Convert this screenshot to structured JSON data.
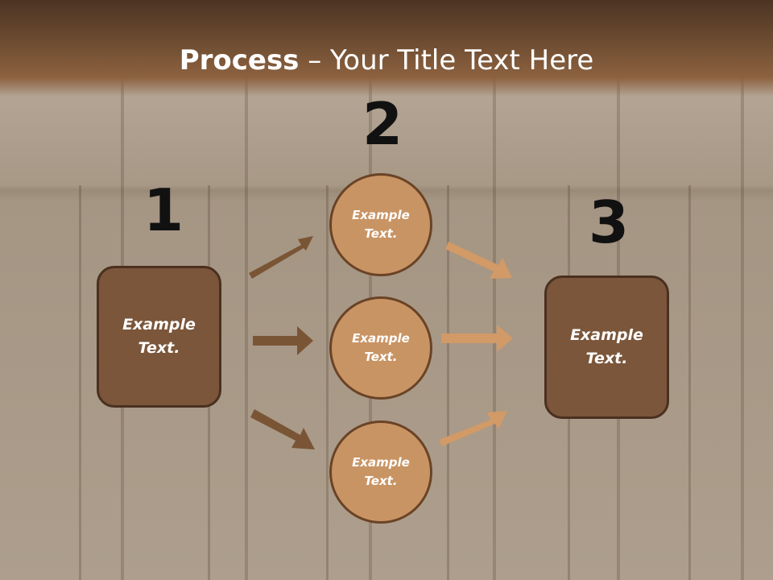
{
  "slide": {
    "title_bold": "Process",
    "title_rest": " – Your Title Text Here"
  },
  "steps": {
    "step1_number": "1",
    "step2_number": "2",
    "step3_number": "3"
  },
  "nodes": {
    "left_box": "Example\nText.",
    "circle_top": "Example\nText.",
    "circle_middle": "Example\nText.",
    "circle_bottom": "Example\nText.",
    "right_box": "Example\nText."
  },
  "colors": {
    "dark_arrow": "#7a5535",
    "light_arrow": "#d29a66",
    "box_fill": "#7b563a",
    "circle_fill": "#c99464"
  }
}
